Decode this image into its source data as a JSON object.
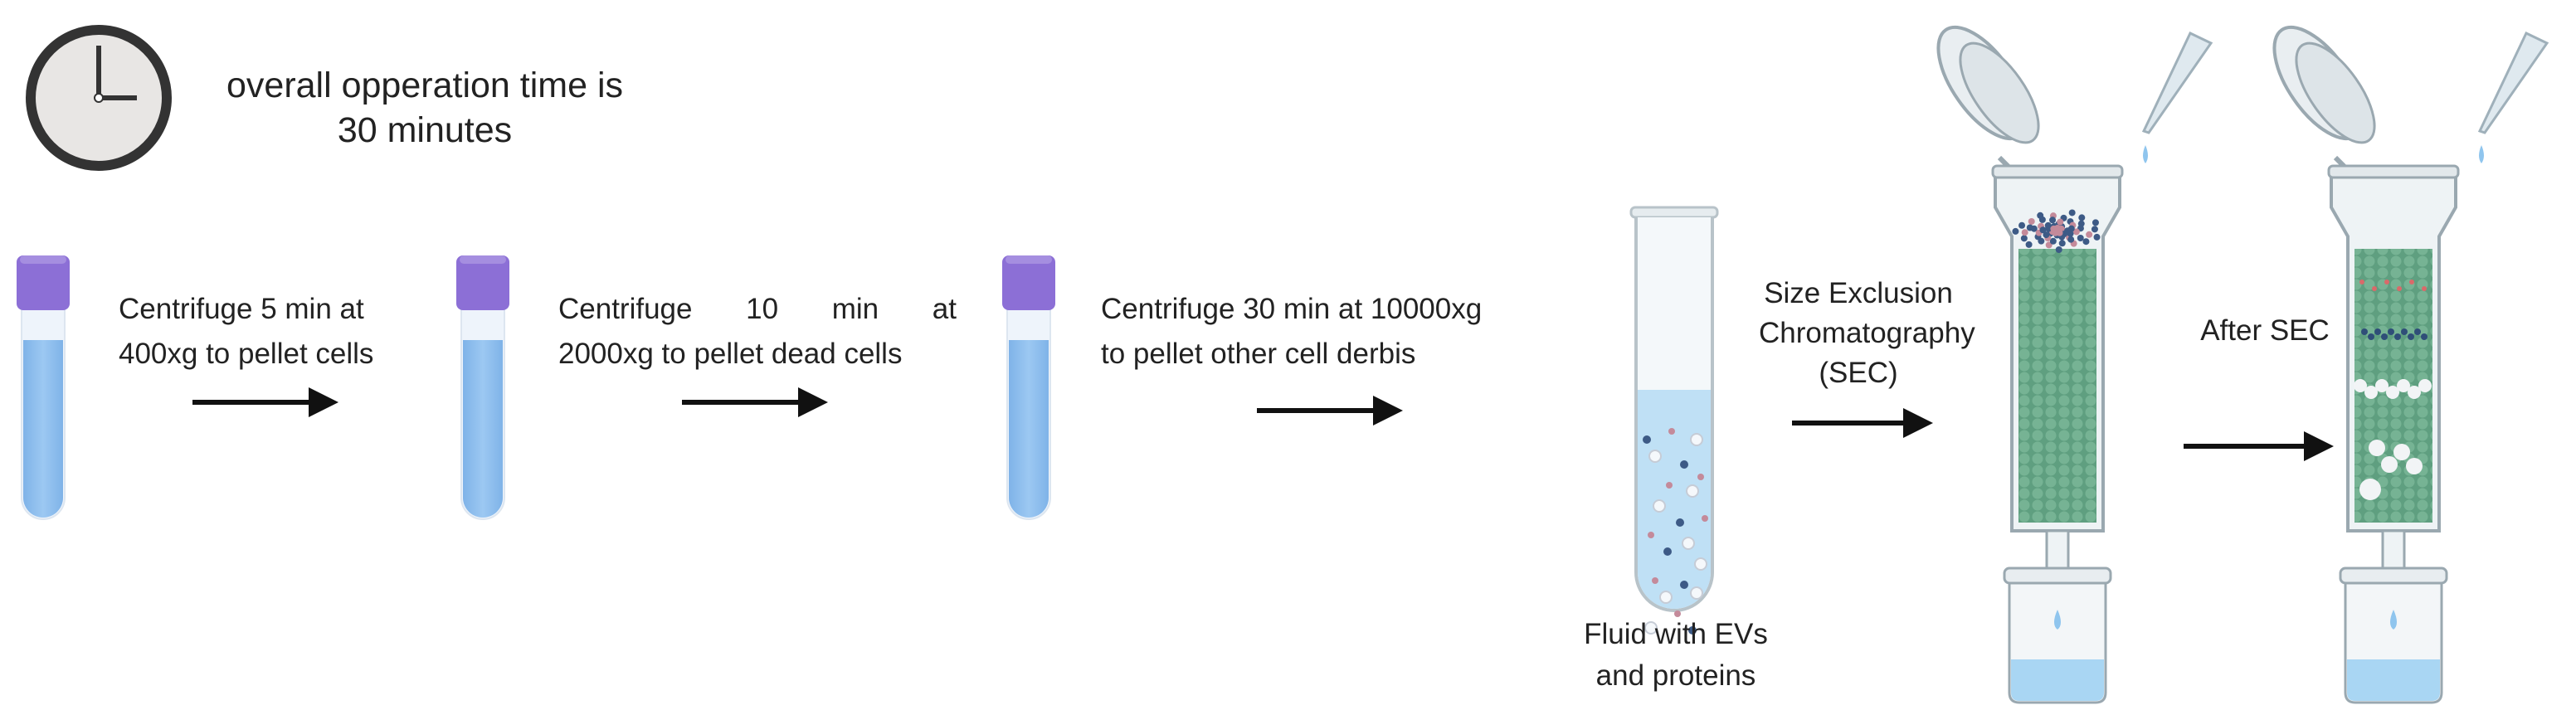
{
  "header": {
    "icon": "clock-icon",
    "time_line1": "overall opperation time is",
    "time_line2": "30 minutes"
  },
  "steps": [
    {
      "line1": "Centrifuge 5 min at",
      "line2": "400xg to pellet cells"
    },
    {
      "line1": "Centrifuge   10   min   at",
      "line2": "2000xg to pellet dead cells"
    },
    {
      "line1": "Centrifuge 30 min at 10000xg",
      "line2": "to pellet other cell derbis"
    }
  ],
  "fluid": {
    "line1": "Fluid with  EVs",
    "line2": "and proteins"
  },
  "sec": {
    "line1": "Size Exclusion",
    "line2": "Chromatography",
    "line3": "(SEC)"
  },
  "after": {
    "label": "After SEC"
  },
  "colors": {
    "tube_cap": "#8c6fd6",
    "tube_liquid": "#8fbfee",
    "fluid": "#bfe0f5",
    "resin": "#6aa88a",
    "arrow": "#111111"
  }
}
